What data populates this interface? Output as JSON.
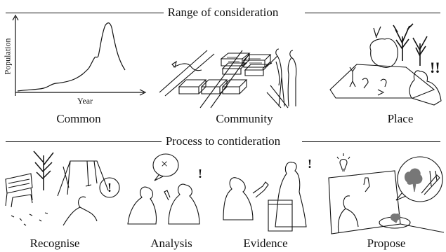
{
  "sections": {
    "top": {
      "title": "Range of consideration"
    },
    "bottom": {
      "title": "Process to contideration"
    }
  },
  "panels": {
    "common": "Common",
    "community": "Community",
    "place": "Place",
    "recognise": "Recognise",
    "analysis": "Analysis",
    "evidence": "Evidence",
    "propose": "Propose"
  },
  "chart": {
    "xlabel": "Year",
    "ylabel": "Population"
  },
  "marks": {
    "exclaim": "!",
    "double_exclaim": "!!",
    "cross": "×"
  },
  "colors": {
    "ink": "#111111",
    "tree_gray": "#777777"
  }
}
